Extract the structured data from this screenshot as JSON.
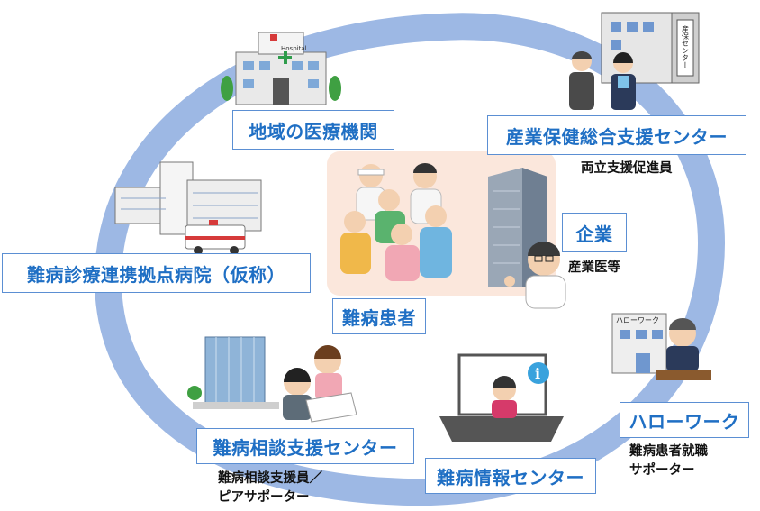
{
  "nodes": {
    "local_medical": "地域の医療機関",
    "occupational_center": "産業保健総合支援センター",
    "occupational_center_note": "両立支援促進員",
    "company": "企業",
    "company_note": "産業医等",
    "patients": "難病患者",
    "base_hospital": "難病診療連携拠点病院（仮称）",
    "consult_center": "難病相談支援センター",
    "consult_note_1": "難病相談支援員／",
    "consult_note_2": "ピアサポーター",
    "info_center": "難病情報センター",
    "hello_work": "ハローワーク",
    "hello_work_note_1": "難病患者就職",
    "hello_work_note_2": "サポーター"
  },
  "signs": {
    "hospital": "Hospital",
    "occupational_sign": "産保センター",
    "hello_work_sign": "ハローワーク"
  },
  "colors": {
    "ring": "#9db8e4",
    "label_border": "#5b8fd3",
    "label_text": "#1f6fc4",
    "center_bg": "#fbe7dc"
  }
}
